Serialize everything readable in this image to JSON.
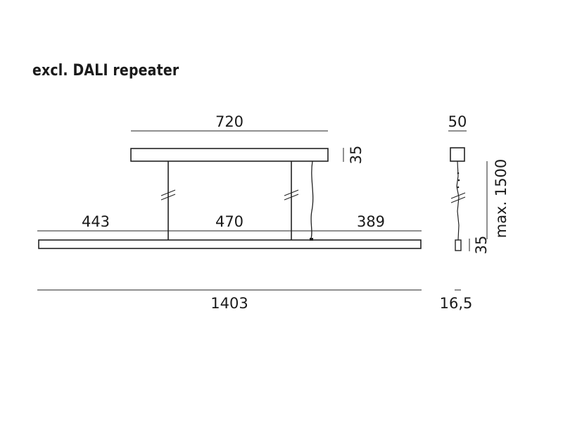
{
  "title": "excl. DALI repeater",
  "dimensions": {
    "canopy_length": "720",
    "canopy_height": "35",
    "left_offset": "443",
    "middle_span": "470",
    "right_offset": "389",
    "total_length": "1403",
    "profile_width": "50",
    "max_suspension": "max. 1500",
    "end_height": "35",
    "profile_height": "16,5"
  },
  "colors": {
    "line": "#222222",
    "text": "#1a1a1a"
  }
}
